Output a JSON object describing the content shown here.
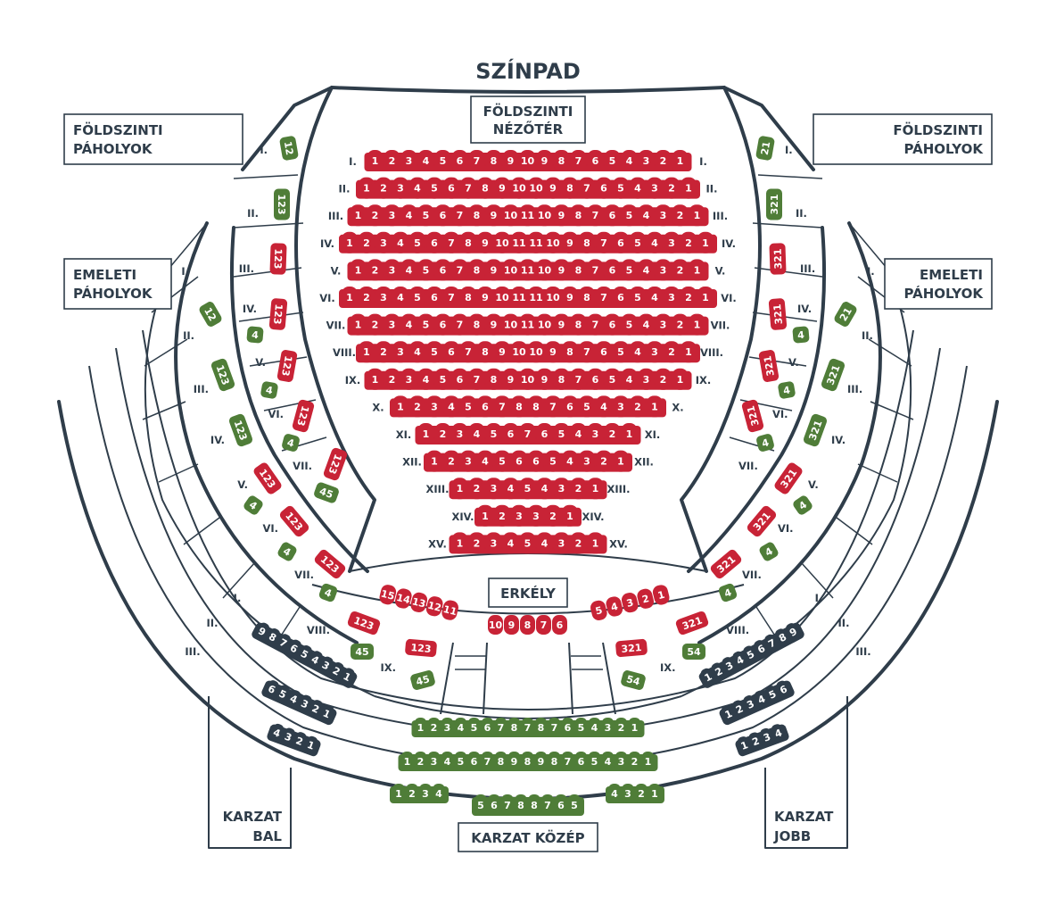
{
  "title": "SZÍNPAD",
  "colors": {
    "red": "#c82336",
    "green": "#4f7d38",
    "navy": "#2f3d4a",
    "wall": "#2f3d4a"
  },
  "labels": {
    "foldszinti_nezoter_1": "FÖLDSZINTI",
    "foldszinti_nezoter_2": "NÉZŐTÉR",
    "foldszinti_paholyok_1": "FÖLDSZINTI",
    "foldszinti_paholyok_2": "PÁHOLYOK",
    "emeleti_paholyok_1": "EMELETI",
    "emeleti_paholyok_2": "PÁHOLYOK",
    "erkely": "ERKÉLY",
    "karzat_bal_1": "KARZAT",
    "karzat_bal_2": "BAL",
    "karzat_jobb_1": "KARZAT",
    "karzat_jobb_2": "JOBB",
    "karzat_kozep": "KARZAT KÖZÉP"
  },
  "parterre_rows": [
    {
      "label": "I.",
      "seats": [
        "1",
        "2",
        "3",
        "4",
        "5",
        "6",
        "7",
        "8",
        "9",
        "10",
        "9",
        "8",
        "7",
        "6",
        "5",
        "4",
        "3",
        "2",
        "1"
      ]
    },
    {
      "label": "II.",
      "seats": [
        "1",
        "2",
        "3",
        "4",
        "5",
        "6",
        "7",
        "8",
        "9",
        "10",
        "10",
        "9",
        "8",
        "7",
        "6",
        "5",
        "4",
        "3",
        "2",
        "1"
      ]
    },
    {
      "label": "III.",
      "seats": [
        "1",
        "2",
        "3",
        "4",
        "5",
        "6",
        "7",
        "8",
        "9",
        "10",
        "11",
        "10",
        "9",
        "8",
        "7",
        "6",
        "5",
        "4",
        "3",
        "2",
        "1"
      ]
    },
    {
      "label": "IV.",
      "seats": [
        "1",
        "2",
        "3",
        "4",
        "5",
        "6",
        "7",
        "8",
        "9",
        "10",
        "11",
        "11",
        "10",
        "9",
        "8",
        "7",
        "6",
        "5",
        "4",
        "3",
        "2",
        "1"
      ]
    },
    {
      "label": "V.",
      "seats": [
        "1",
        "2",
        "3",
        "4",
        "5",
        "6",
        "7",
        "8",
        "9",
        "10",
        "11",
        "10",
        "9",
        "8",
        "7",
        "6",
        "5",
        "4",
        "3",
        "2",
        "1"
      ]
    },
    {
      "label": "VI.",
      "seats": [
        "1",
        "2",
        "3",
        "4",
        "5",
        "6",
        "7",
        "8",
        "9",
        "10",
        "11",
        "11",
        "10",
        "9",
        "8",
        "7",
        "6",
        "5",
        "4",
        "3",
        "2",
        "1"
      ]
    },
    {
      "label": "VII.",
      "seats": [
        "1",
        "2",
        "3",
        "4",
        "5",
        "6",
        "7",
        "8",
        "9",
        "10",
        "11",
        "10",
        "9",
        "8",
        "7",
        "6",
        "5",
        "4",
        "3",
        "2",
        "1"
      ]
    },
    {
      "label": "VIII.",
      "seats": [
        "1",
        "2",
        "3",
        "4",
        "5",
        "6",
        "7",
        "8",
        "9",
        "10",
        "10",
        "9",
        "8",
        "7",
        "6",
        "5",
        "4",
        "3",
        "2",
        "1"
      ]
    },
    {
      "label": "IX.",
      "seats": [
        "1",
        "2",
        "3",
        "4",
        "5",
        "6",
        "7",
        "8",
        "9",
        "10",
        "9",
        "8",
        "7",
        "6",
        "5",
        "4",
        "3",
        "2",
        "1"
      ]
    },
    {
      "label": "X.",
      "seats": [
        "1",
        "2",
        "3",
        "4",
        "5",
        "6",
        "7",
        "8",
        "8",
        "7",
        "6",
        "5",
        "4",
        "3",
        "2",
        "1"
      ]
    },
    {
      "label": "XI.",
      "seats": [
        "1",
        "2",
        "3",
        "4",
        "5",
        "6",
        "7",
        "6",
        "5",
        "4",
        "3",
        "2",
        "1"
      ]
    },
    {
      "label": "XII.",
      "seats": [
        "1",
        "2",
        "3",
        "4",
        "5",
        "6",
        "6",
        "5",
        "4",
        "3",
        "2",
        "1"
      ]
    },
    {
      "label": "XIII.",
      "seats": [
        "1",
        "2",
        "3",
        "4",
        "5",
        "4",
        "3",
        "2",
        "1"
      ]
    },
    {
      "label": "XIV.",
      "seats": [
        "1",
        "2",
        "3",
        "3",
        "2",
        "1"
      ]
    },
    {
      "label": "XV.",
      "seats": [
        "1",
        "2",
        "3",
        "4",
        "5",
        "4",
        "3",
        "2",
        "1"
      ]
    }
  ],
  "ground_boxes_left": [
    {
      "label": "I.",
      "front": "12",
      "back": ""
    },
    {
      "label": "II.",
      "front": "123",
      "back": ""
    },
    {
      "label": "III.",
      "front": "123",
      "back": ""
    },
    {
      "label": "IV.",
      "front": "123",
      "back": "4"
    },
    {
      "label": "V.",
      "front": "123",
      "back": "4"
    },
    {
      "label": "VI.",
      "front": "123",
      "back": "4"
    },
    {
      "label": "VII.",
      "front": "123",
      "back": "45"
    }
  ],
  "ground_boxes_right": [
    {
      "label": "I.",
      "front": "21",
      "back": ""
    },
    {
      "label": "II.",
      "front": "321",
      "back": ""
    },
    {
      "label": "III.",
      "front": "321",
      "back": ""
    },
    {
      "label": "IV.",
      "front": "321",
      "back": "4"
    },
    {
      "label": "V.",
      "front": "321",
      "back": "4"
    },
    {
      "label": "VI.",
      "front": "321",
      "back": "4"
    },
    {
      "label": "VII.",
      "front": "",
      "back": ""
    }
  ],
  "upper_boxes_left": [
    {
      "label": "I.",
      "front": "",
      "back": ""
    },
    {
      "label": "II.",
      "front": "12",
      "back": ""
    },
    {
      "label": "III.",
      "front": "123",
      "back": ""
    },
    {
      "label": "IV.",
      "front": "123",
      "back": ""
    },
    {
      "label": "V.",
      "front": "123",
      "back": "4"
    },
    {
      "label": "VI.",
      "front": "123",
      "back": "4"
    },
    {
      "label": "VII.",
      "front": "123",
      "back": "4"
    },
    {
      "label": "VIII.",
      "front": "123",
      "back": "45"
    },
    {
      "label": "IX.",
      "front": "123",
      "back": "45"
    }
  ],
  "upper_boxes_right": [
    {
      "label": "I.",
      "front": "",
      "back": ""
    },
    {
      "label": "II.",
      "front": "21",
      "back": ""
    },
    {
      "label": "III.",
      "front": "321",
      "back": ""
    },
    {
      "label": "IV.",
      "front": "321",
      "back": ""
    },
    {
      "label": "V.",
      "front": "321",
      "back": "4"
    },
    {
      "label": "VI.",
      "front": "321",
      "back": "4"
    },
    {
      "label": "VII.",
      "front": "321",
      "back": "4"
    },
    {
      "label": "VIII.",
      "front": "321",
      "back": "54"
    },
    {
      "label": "IX.",
      "front": "321",
      "back": "54"
    }
  ],
  "balcony": {
    "left": [
      "15",
      "14",
      "13",
      "12",
      "11"
    ],
    "center": [
      "10",
      "9",
      "8",
      "7",
      "6"
    ],
    "right": [
      "5",
      "4",
      "3",
      "2",
      "1"
    ]
  },
  "gallery_left": [
    {
      "label": "I.",
      "seats": [
        "9",
        "8",
        "7",
        "6",
        "5",
        "4",
        "3",
        "2",
        "1"
      ]
    },
    {
      "label": "II.",
      "seats": [
        "6",
        "5",
        "4",
        "3",
        "2",
        "1"
      ]
    },
    {
      "label": "III.",
      "seats": [
        "4",
        "3",
        "2",
        "1"
      ]
    }
  ],
  "gallery_right": [
    {
      "label": "I.",
      "seats": [
        "1",
        "2",
        "3",
        "4",
        "5",
        "6",
        "7",
        "8",
        "9"
      ]
    },
    {
      "label": "II.",
      "seats": [
        "1",
        "2",
        "3",
        "4",
        "5",
        "6"
      ]
    },
    {
      "label": "III.",
      "seats": [
        "1",
        "2",
        "3",
        "4"
      ]
    }
  ],
  "gallery_middle": [
    {
      "seats": [
        "1",
        "2",
        "3",
        "4",
        "5",
        "6",
        "7",
        "8",
        "7",
        "8",
        "7",
        "6",
        "5",
        "4",
        "3",
        "2",
        "1"
      ]
    },
    {
      "seats": [
        "1",
        "2",
        "3",
        "4",
        "5",
        "6",
        "7",
        "8",
        "9",
        "8",
        "9",
        "8",
        "7",
        "6",
        "5",
        "4",
        "3",
        "2",
        "1"
      ]
    },
    {
      "seats": [
        "1",
        "2",
        "3",
        "4"
      ]
    },
    {
      "seats": [
        "5",
        "6",
        "7",
        "8",
        "8",
        "7",
        "6",
        "5"
      ]
    },
    {
      "seats": [
        "4",
        "3",
        "2",
        "1"
      ]
    }
  ]
}
